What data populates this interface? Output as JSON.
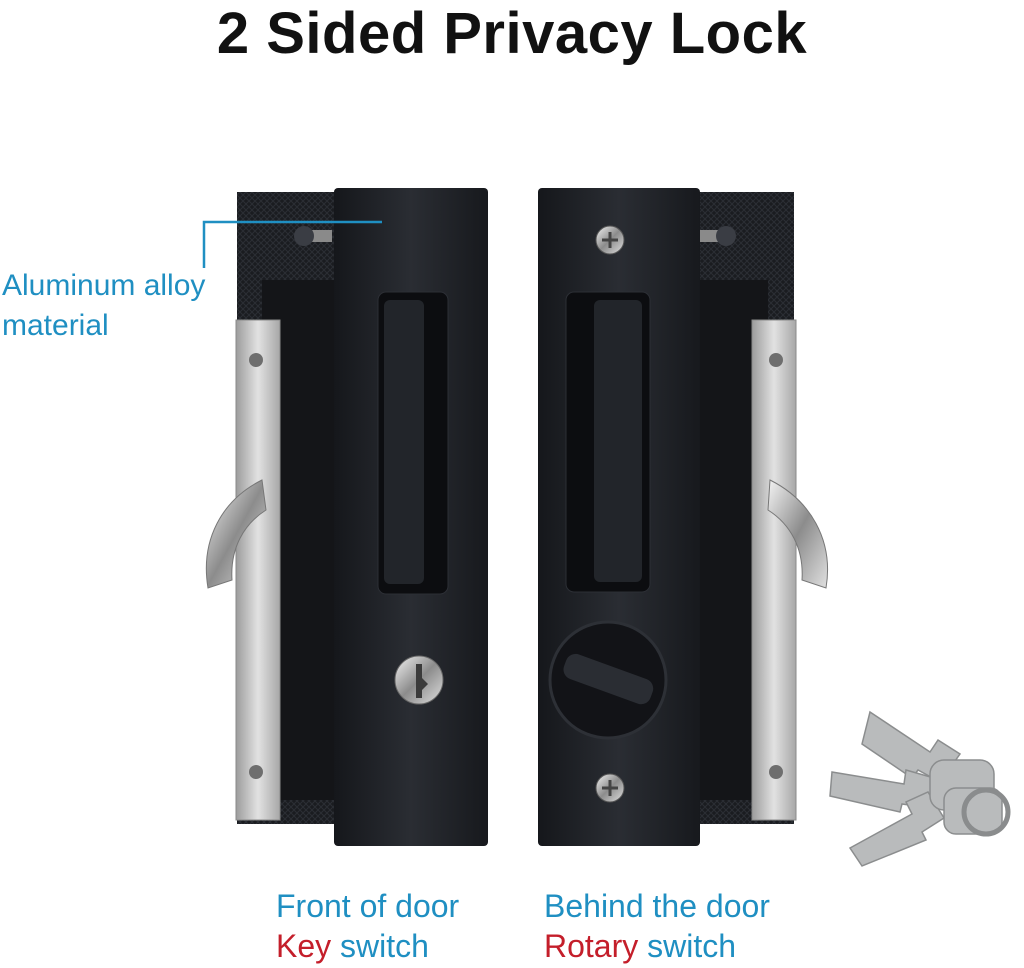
{
  "title": "2 Sided Privacy Lock",
  "callout": {
    "line1": "Aluminum alloy",
    "line2": "material"
  },
  "left_caption": {
    "line1": "Front of door",
    "line2_a": "Key",
    "line2_b": " switch"
  },
  "right_caption": {
    "line1": "Behind the door",
    "line2_a": "Rotary",
    "line2_b": " switch"
  },
  "colors": {
    "accent_blue": "#1f8fc2",
    "accent_red": "#c41e2a",
    "handle_black": "#1d1f24",
    "steel": "#c9c9c9"
  },
  "icons": {
    "keys": "keys-icon",
    "lock": "lock-icon"
  }
}
